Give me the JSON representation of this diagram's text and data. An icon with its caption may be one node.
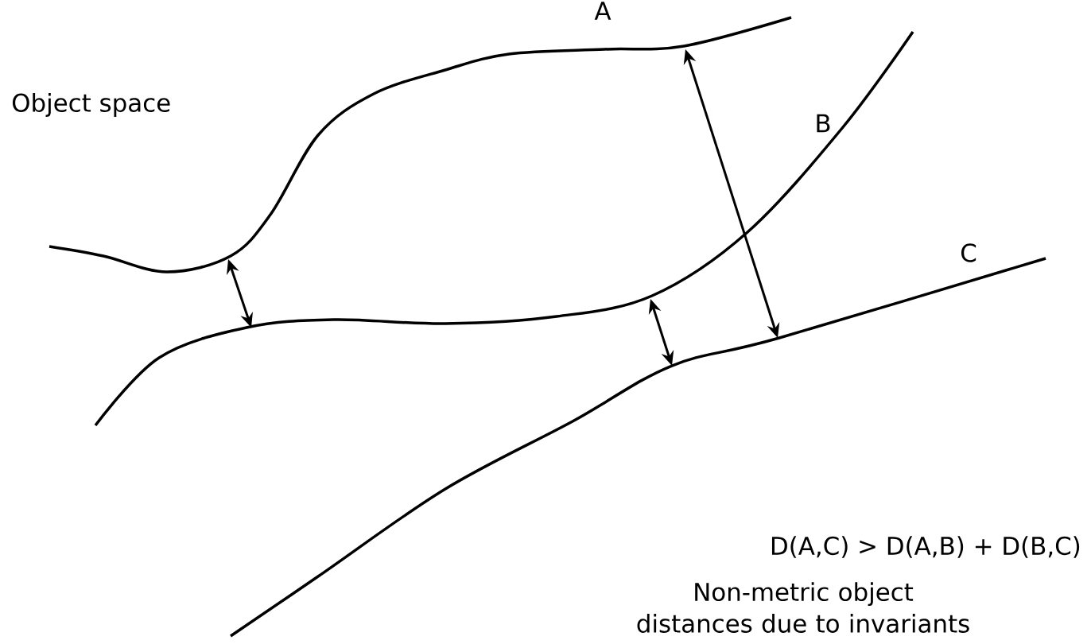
{
  "diagram": {
    "labels": [
      "A",
      "Object space",
      "B",
      "C",
      "D(A,C) > D(A,B) + D(B,C)",
      "Non-metric object distances due to invariants"
    ]
  }
}
